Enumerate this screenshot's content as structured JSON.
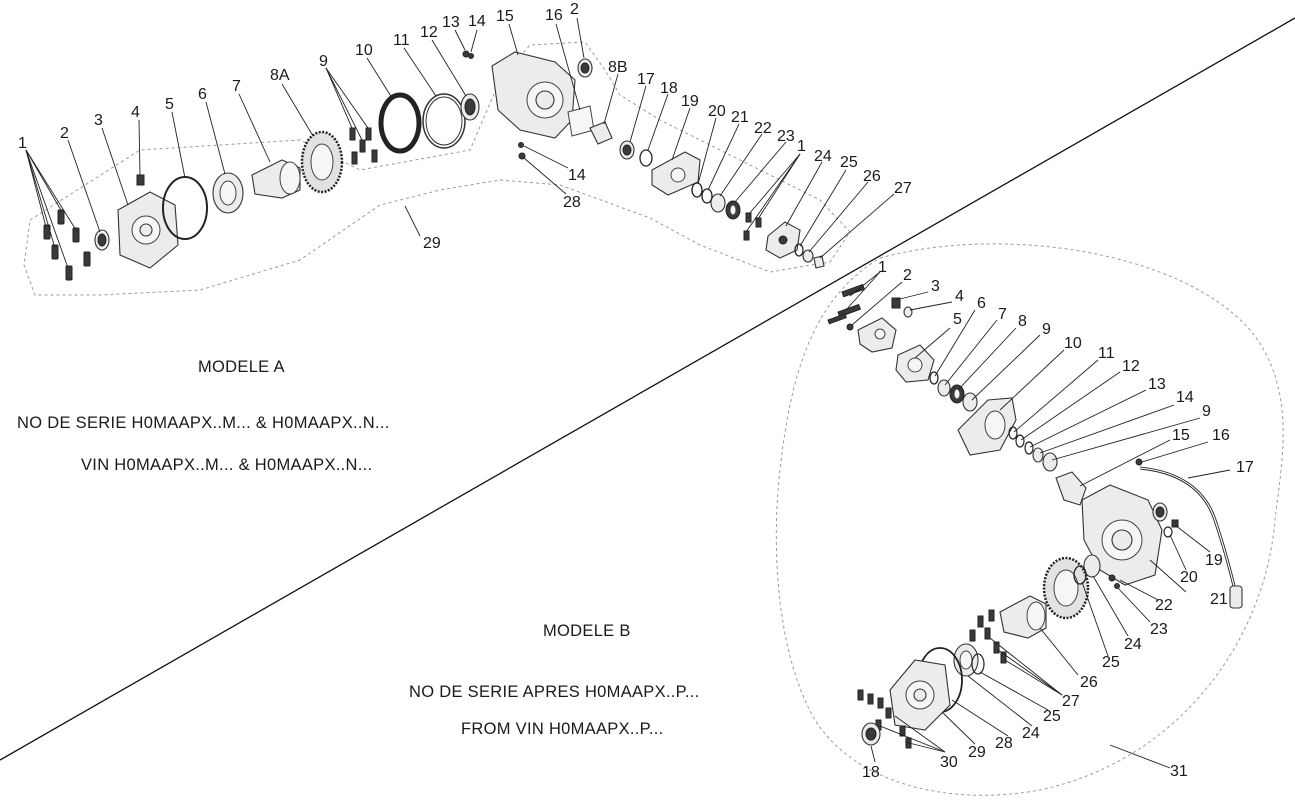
{
  "model_a": {
    "title": "MODELE A",
    "serial_line": "NO DE SERIE H0MAAPX..M... & H0MAAPX..N...",
    "vin_line": "VIN H0MAAPX..M... & H0MAAPX..N..."
  },
  "model_b": {
    "title": "MODELE B",
    "serial_line": "NO DE SERIE APRES H0MAAPX..P...",
    "vin_line": "FROM VIN H0MAAPX..P..."
  },
  "callouts_a": [
    "1",
    "2",
    "3",
    "4",
    "5",
    "6",
    "7",
    "8A",
    "9",
    "10",
    "11",
    "12",
    "13",
    "14",
    "15",
    "16",
    "2",
    "8B",
    "17",
    "18",
    "19",
    "20",
    "21",
    "22",
    "23",
    "1",
    "24",
    "25",
    "26",
    "27",
    "14",
    "28",
    "29"
  ],
  "callouts_b": [
    "1",
    "2",
    "3",
    "4",
    "6",
    "7",
    "8",
    "9",
    "5",
    "10",
    "11",
    "12",
    "13",
    "14",
    "9",
    "15",
    "16",
    "17",
    "19",
    "20",
    "21",
    "22",
    "23",
    "24",
    "25",
    "26",
    "27",
    "25",
    "24",
    "28",
    "29",
    "30",
    "18",
    "31"
  ],
  "colors": {
    "ink": "#1a1a1a",
    "dashed_outline": "#9a9a9a",
    "part_fill": "#ececec"
  }
}
